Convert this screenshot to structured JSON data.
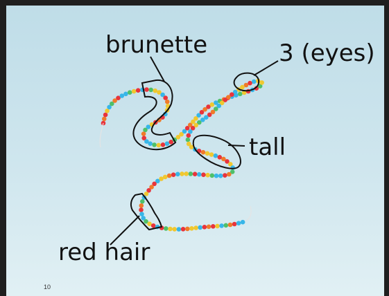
{
  "slide": {
    "number": "10",
    "labels": {
      "brunette": "brunette",
      "eyes": "3 (eyes)",
      "tall": "tall",
      "red_hair": "red hair"
    }
  },
  "bead_colors": [
    "#e8343c",
    "#f0c830",
    "#38b6e8",
    "#4fc06a",
    "#e8343c",
    "#38b6e8",
    "#f07a2a",
    "#f0c830"
  ]
}
